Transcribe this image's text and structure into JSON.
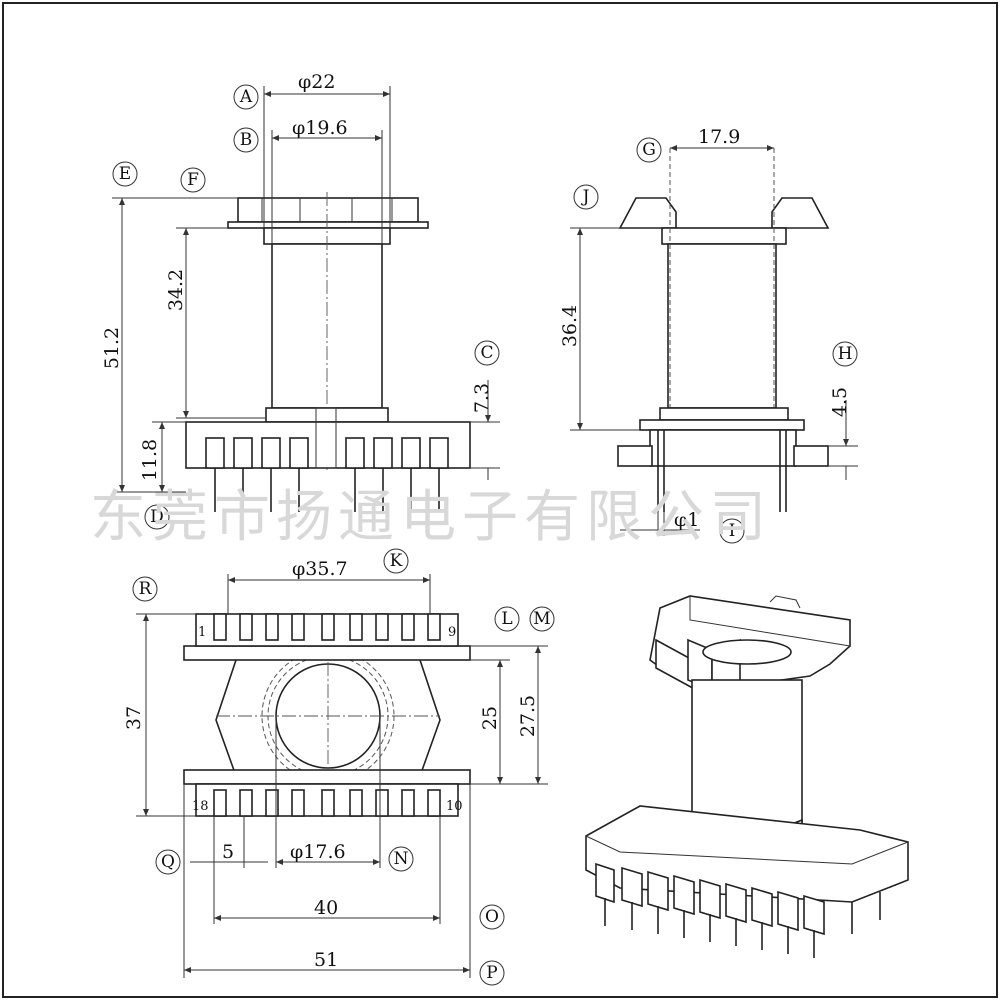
{
  "watermark": "东莞市扬通电子有限公司",
  "front_view": {
    "dims": {
      "d_outer": "φ22",
      "d_inner": "φ19.6",
      "height_total": "51.2",
      "height_bobbin": "34.2",
      "base_height": "11.8",
      "pin_offset": "7.3"
    },
    "labels": [
      "A",
      "B",
      "C",
      "D",
      "E",
      "F"
    ]
  },
  "side_view": {
    "dims": {
      "width": "17.9",
      "height": "36.4",
      "pin_len": "4.5",
      "pin_dia": "φ1"
    },
    "labels": [
      "G",
      "H",
      "I",
      "J"
    ]
  },
  "bottom_view": {
    "dims": {
      "width": "φ35.7",
      "depth": "37",
      "inner_depth": "25",
      "row_spacing": "27.5",
      "pitch": "5",
      "core_dia": "φ17.6",
      "pin_span": "40",
      "overall": "51"
    },
    "labels": [
      "K",
      "L",
      "M",
      "N",
      "O",
      "P",
      "Q",
      "R"
    ],
    "pin_numbers": {
      "first_top": "1",
      "last_top": "9",
      "first_bottom": "18",
      "last_bottom": "10"
    }
  },
  "iso_view": {}
}
